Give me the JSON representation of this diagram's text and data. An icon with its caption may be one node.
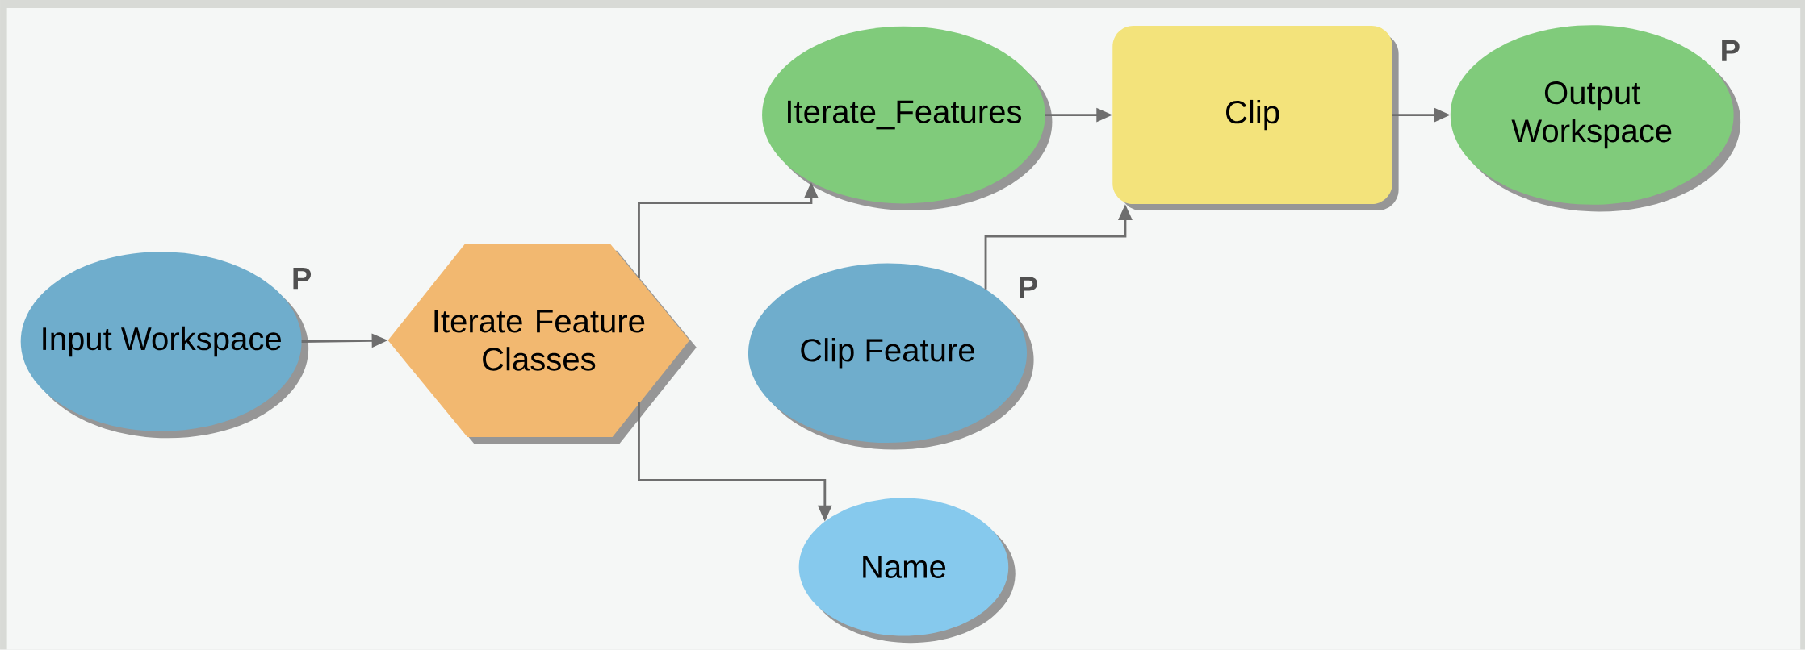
{
  "diagram": {
    "nodes": [
      {
        "text": [
          "Input Workspace"
        ],
        "beside": [
          "P"
        ]
      },
      {
        "text": [
          "Iterate Feature Classes"
        ]
      },
      {
        "text": [
          "Iterate_Features"
        ]
      },
      {
        "text": [
          "Clip"
        ]
      },
      {
        "text": [
          "Output Workspace"
        ],
        "beside": [
          "P"
        ]
      },
      {
        "text": [
          "Clip Feature"
        ],
        "beside": [
          "P"
        ]
      },
      {
        "text": [
          "Name"
        ]
      }
    ],
    "edges": [
      {
        "from": 0,
        "to": 1,
        "arrow": "to"
      },
      {
        "from": 1,
        "to": 2,
        "arrow": "to"
      },
      {
        "from": 1,
        "to": 6,
        "arrow": "to"
      },
      {
        "from": 2,
        "to": 3,
        "arrow": "to"
      },
      {
        "from": 5,
        "to": 3,
        "arrow": "to"
      },
      {
        "from": 3,
        "to": 4,
        "arrow": "to"
      }
    ]
  }
}
